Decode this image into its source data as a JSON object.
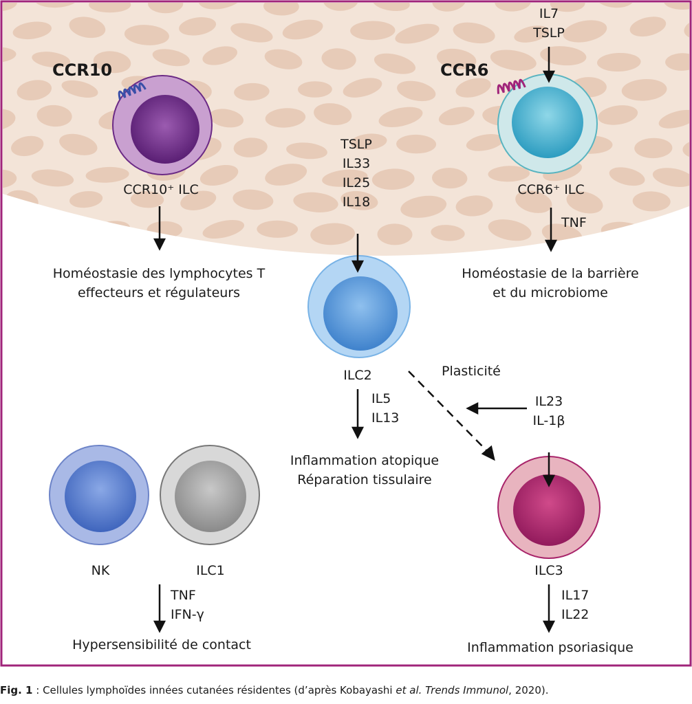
{
  "receptors": {
    "ccr10": "CCR10",
    "ccr6": "CCR6"
  },
  "cells": {
    "ccr10_ilc": "CCR10⁺ ILC",
    "ccr6_ilc": "CCR6⁺ ILC",
    "ilc2": "ILC2",
    "ilc3": "ILC3",
    "nk": "NK",
    "ilc1": "ILC1"
  },
  "signals": {
    "ccr6_inputs": [
      "IL7",
      "TSLP"
    ],
    "ilc2_inputs": [
      "TSLP",
      "IL33",
      "IL25",
      "IL18"
    ],
    "ccr6_output": "TNF",
    "ilc2_outputs": [
      "IL5",
      "IL13"
    ],
    "ilc3_inputs": [
      "IL23",
      "IL-1β"
    ],
    "ilc1_outputs": [
      "TNF",
      "IFN-γ"
    ],
    "ilc3_outputs": [
      "IL17",
      "IL22"
    ],
    "plasticity": "Plasticité"
  },
  "outcomes": {
    "ccr10": [
      "Homéostasie des lymphocytes T",
      "effecteurs et régulateurs"
    ],
    "ccr6": [
      "Homéostasie de la barrière",
      "et du microbiome"
    ],
    "ilc2": [
      "Inflammation atopique",
      "Réparation tissulaire"
    ],
    "ilc1": "Hypersensibilité de contact",
    "ilc3": "Inflammation psoriasique"
  },
  "caption": {
    "fig": "Fig. 1",
    "text": " : Cellules lymphoïdes innées cutanées résidentes (d’après Kobayashi ",
    "etal": "et al.",
    "journal": " Trends Immunol",
    "year": ", 2020)."
  },
  "colors": {
    "frame": "#a0247a",
    "tissue": "#f3e4d8",
    "tissue_cell": "#e4c2ac",
    "ccr10_cell": "#c9a0d0",
    "ccr10_nucleus": "#6b2a85",
    "ccr6_cell": "#cfe8ea",
    "ccr6_nucleus": "#3aaccb",
    "ilc2_cell": "#b4d6f4",
    "ilc2_nucleus": "#4a8fd3",
    "ilc3_cell": "#e8b4bf",
    "ilc3_nucleus": "#a8246a",
    "nk_cell": "#a9b9e6",
    "nk_nucleus": "#4b74c9",
    "ilc1_cell": "#d8d8d8",
    "ilc1_nucleus": "#999999"
  }
}
